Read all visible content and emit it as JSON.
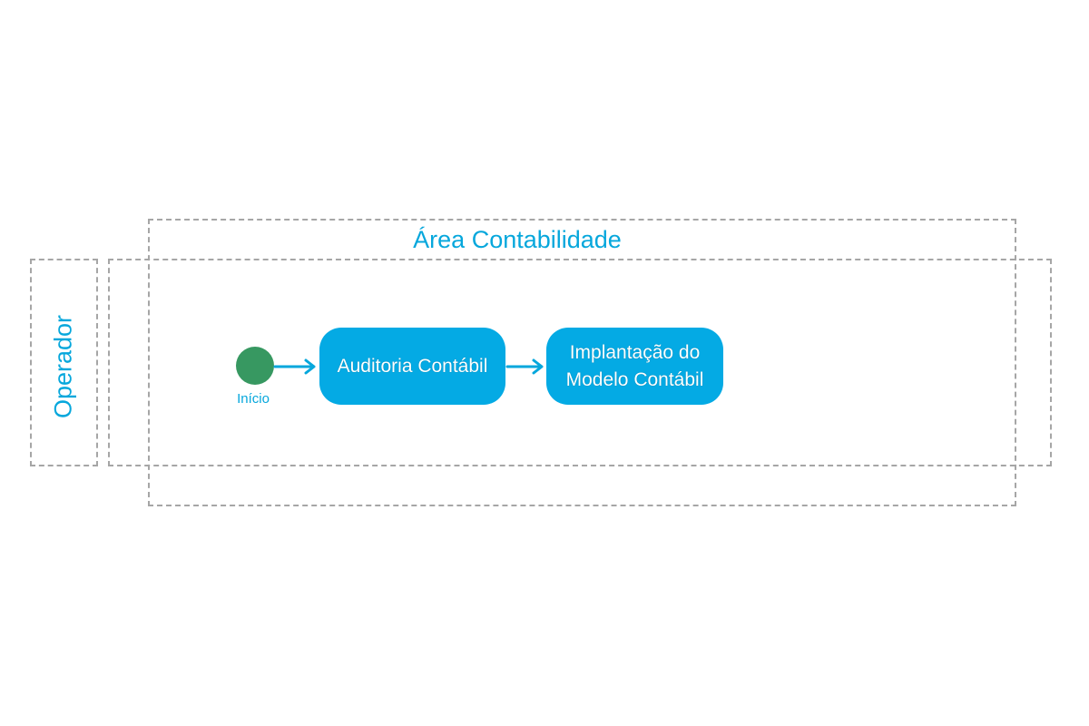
{
  "area": {
    "title": "Área Contabilidade"
  },
  "lane": {
    "title": "Operador"
  },
  "start": {
    "label": "Início"
  },
  "activities": [
    {
      "label": "Auditoria Contábil"
    },
    {
      "label": "Implantação do\nModelo Contábil"
    }
  ],
  "colors": {
    "accent": "#06a7dc",
    "activity_fill": "#04aae4",
    "start_fill": "#379861",
    "frame_border": "#a6a6a6",
    "activity_text": "#ffffff"
  }
}
